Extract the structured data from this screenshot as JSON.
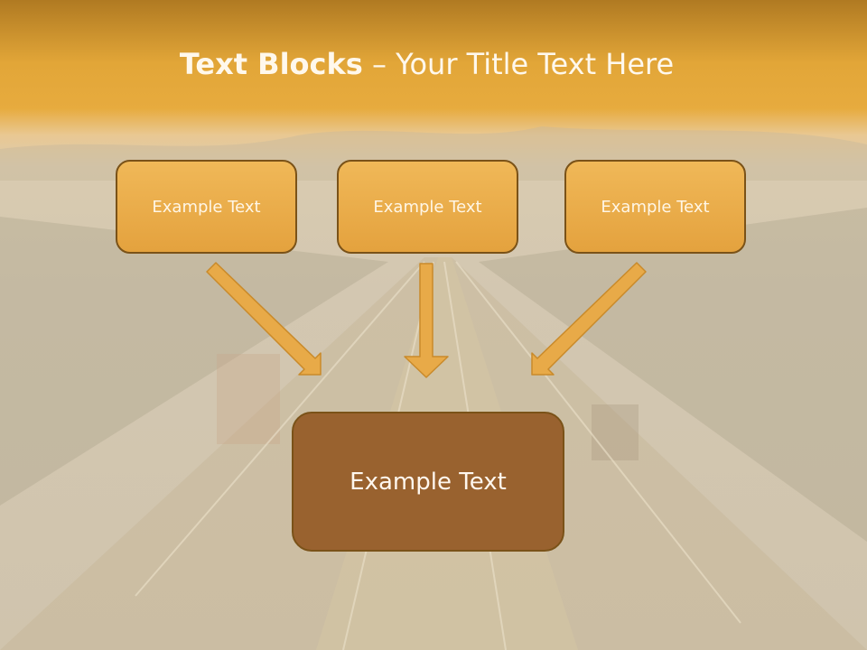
{
  "title": {
    "bold": "Text Blocks",
    "rest": " – Your Title Text Here"
  },
  "boxes": {
    "left": "Example Text",
    "center": "Example Text",
    "right": "Example Text",
    "bottom": "Example Text"
  },
  "colors": {
    "header": "#e2a638",
    "small_box": "#e8aa48",
    "small_box_border": "#7a5218",
    "big_box": "#99622f",
    "arrow": "#e8aa48"
  }
}
